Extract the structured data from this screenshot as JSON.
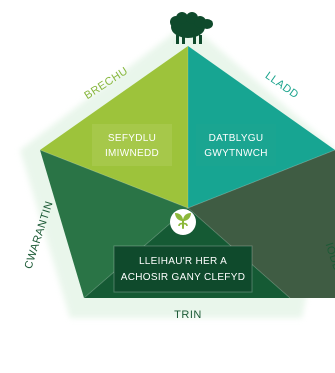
{
  "colors": {
    "top_left_segment": "#9dc33b",
    "top_right_segment": "#17a592",
    "left_segment": "#2a7446",
    "right_segment": "#3f5c43",
    "bottom_segment": "#155a34",
    "rim_gradient_outer": "#d6ecd9",
    "box_light_green": "#a6c84a",
    "box_teal": "#1aa591",
    "box_dark": "#0f4a2c",
    "edge_text_light": "#86b63c",
    "edge_text_teal": "#19a38c",
    "edge_text_dark": "#1c5a36",
    "sheep": "#0f4a2c",
    "center_badge_bg": "#ffffff",
    "center_badge_icon": "#8cb83a"
  },
  "icons": {
    "top": "sheep-icon",
    "center": "leaf-sprout-icon"
  },
  "edges": {
    "top_left": "BRECHU",
    "top_right": "LLADD",
    "left": "CWARANTIN",
    "right": "IODD",
    "bottom": "TRIN"
  },
  "boxes": {
    "top_left": {
      "line1": "SEFYDLU",
      "line2": "IMIWNEDD"
    },
    "top_right": {
      "line1": "DATBLYGU",
      "line2": "GWYTNWCH"
    },
    "center": {
      "line1": "LLEIHAU'R HER A",
      "line2": "ACHOSIR GANY CLEFYD"
    }
  }
}
